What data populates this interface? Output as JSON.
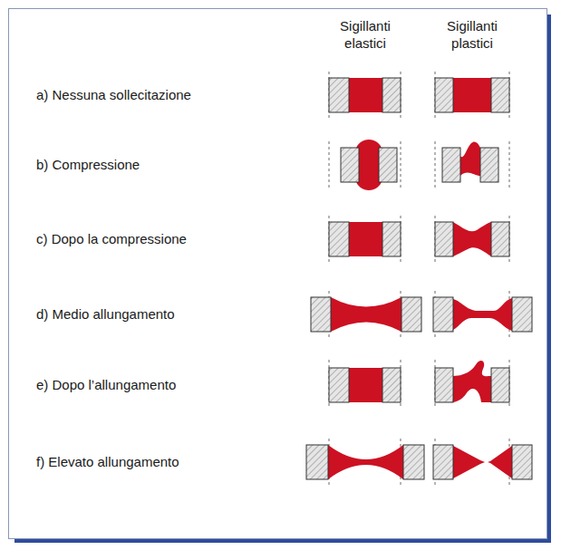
{
  "diagram": {
    "labels": [
      "Sigillanti elastici",
      "Sigillanti plastici",
      "a) Nessuna sollecitazione",
      "b) Compressione",
      "c) Dopo la compressione",
      "d) Medio allungamento",
      "e) Dopo l’allungamento",
      "f) Elevato allungamento"
    ]
  }
}
